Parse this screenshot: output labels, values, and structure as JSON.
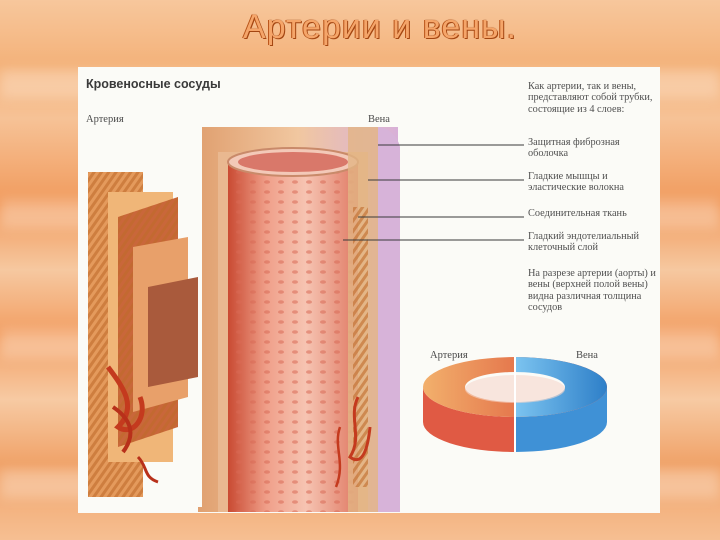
{
  "slide": {
    "title": "Артерии и вены."
  },
  "figure": {
    "heading": "Кровеносные сосуды",
    "artery_label": "Артерия",
    "vein_label": "Вена",
    "annotations": [
      "Как артерии, так и вены, представляют собой трубки, состоящие из 4 слоев:",
      "Защитная фиброзная оболочка",
      "Гладкие мышцы и эластические волокна",
      "Соединительная ткань",
      "Гладкий эндотелиальный клеточный слой",
      "На разрезе артерии (аорты) и вены (верхней полой вены) видна различная толщина сосудов"
    ],
    "ring_artery_label": "Артерия",
    "ring_vein_label": "Вена"
  },
  "colors": {
    "background": "#f4b27a",
    "title": "#f5a569",
    "artery": "#d94a3a",
    "vein": "#4aa3e0"
  }
}
